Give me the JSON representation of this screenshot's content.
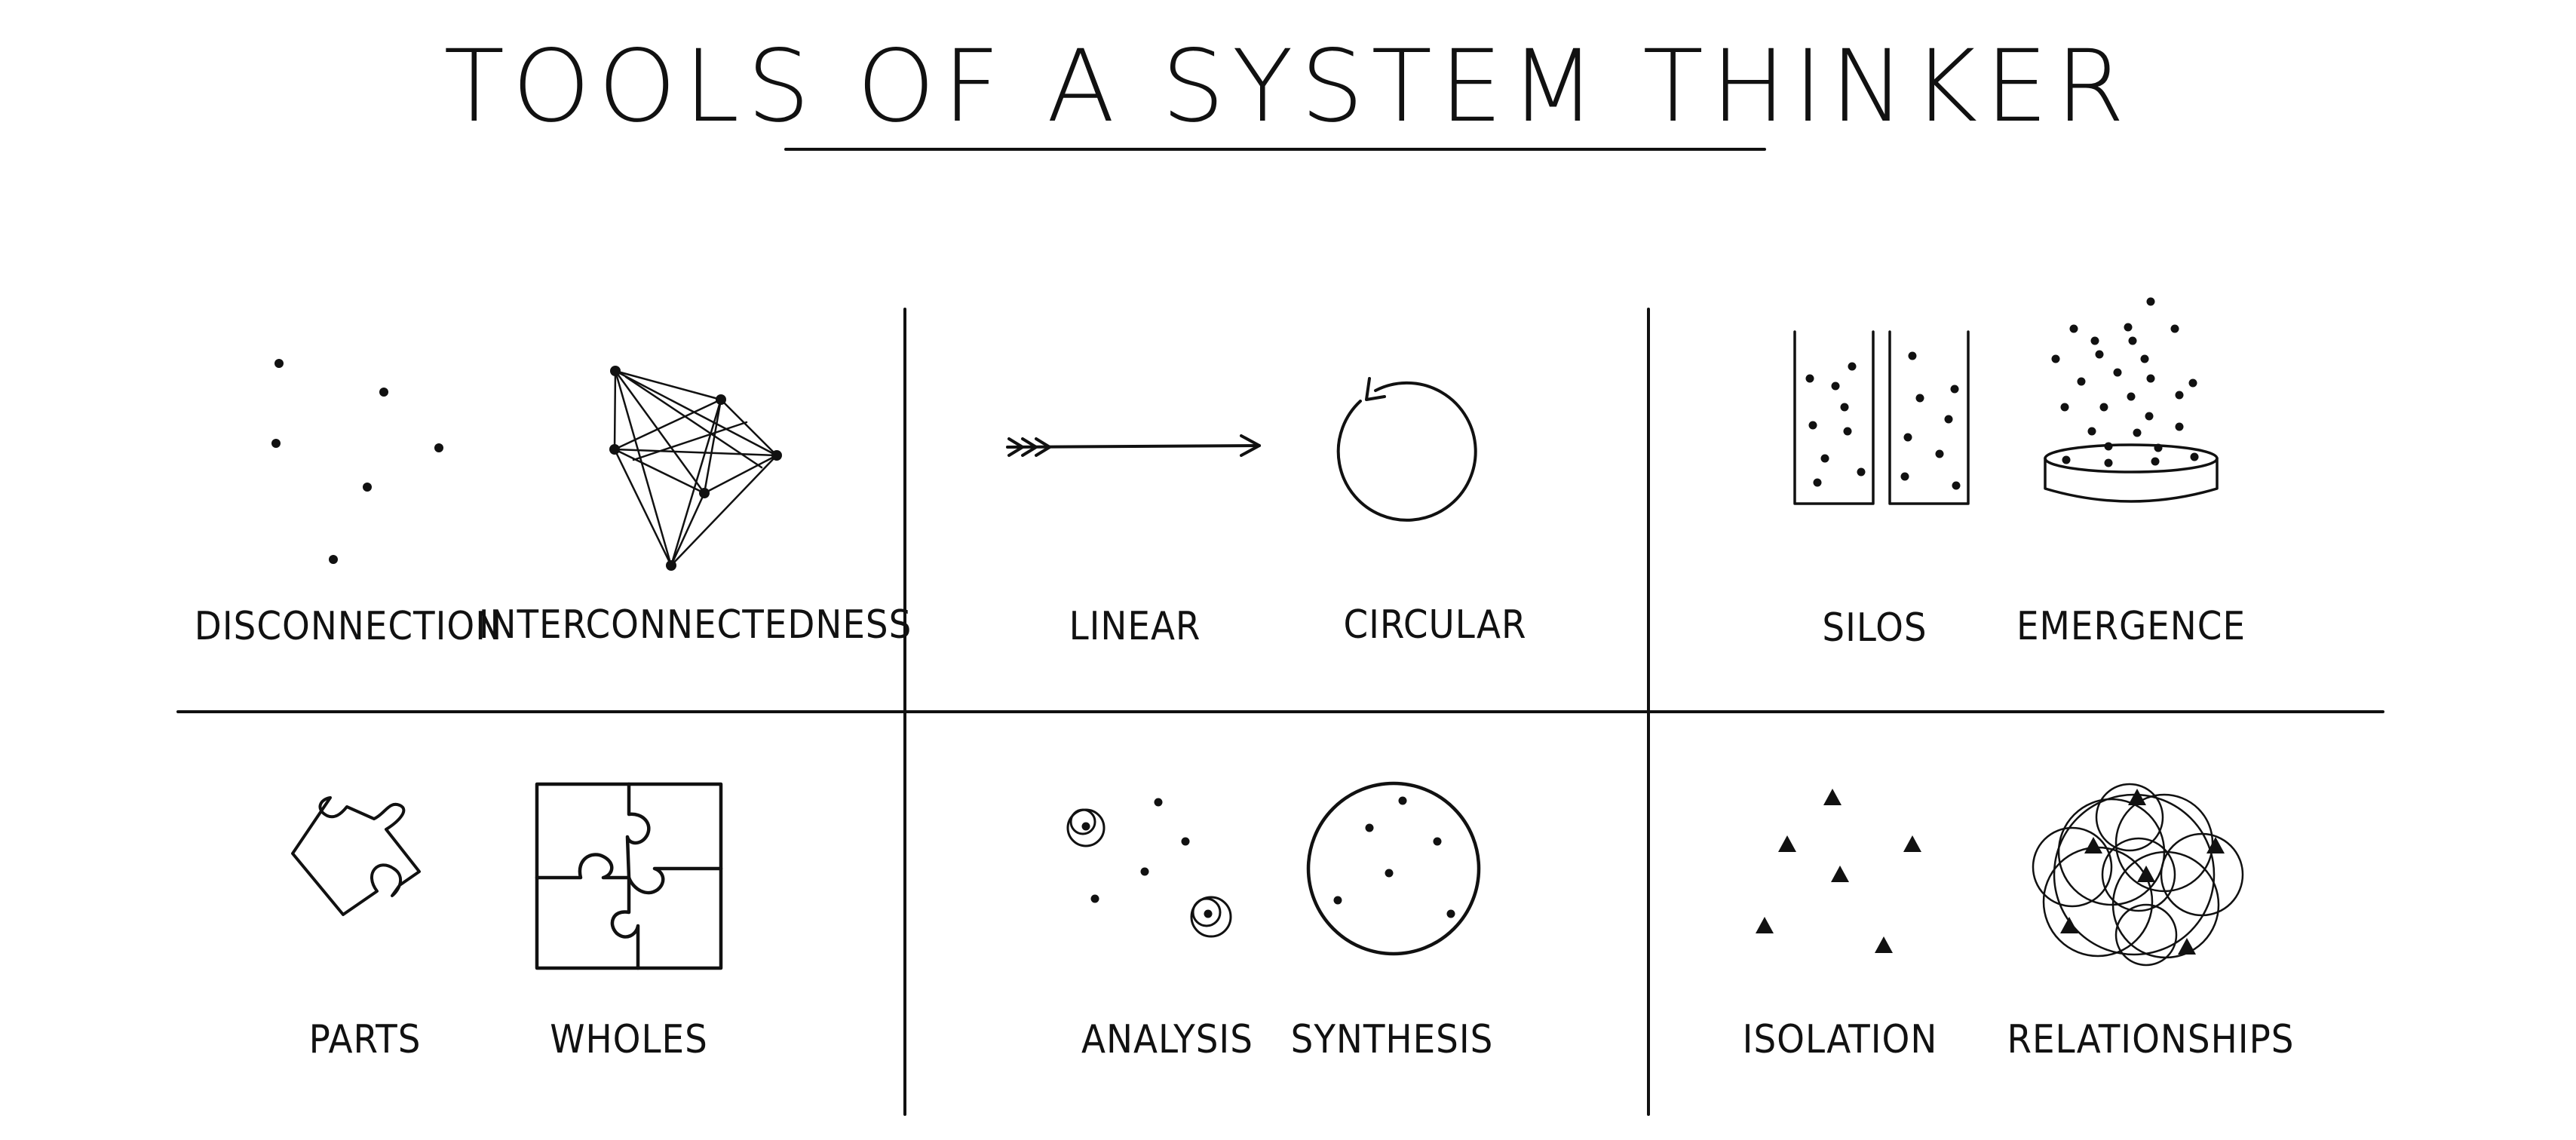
{
  "title": "TOOLS OF A SYSTEM THINKER",
  "labels": {
    "disconnection": "DISCONNECTION",
    "interconnectedness": "INTERCONNECTEDNESS",
    "linear": "LINEAR",
    "circular": "CIRCULAR",
    "silos": "SILOS",
    "emergence": "EMERGENCE",
    "parts": "PARTS",
    "wholes": "WHOLES",
    "analysis": "ANALYSIS",
    "synthesis": "SYNTHESIS",
    "isolation": "ISOLATION",
    "relationships": "RELATIONSHIPS"
  },
  "colors": {
    "ink": "#111111",
    "background": "#ffffff"
  }
}
